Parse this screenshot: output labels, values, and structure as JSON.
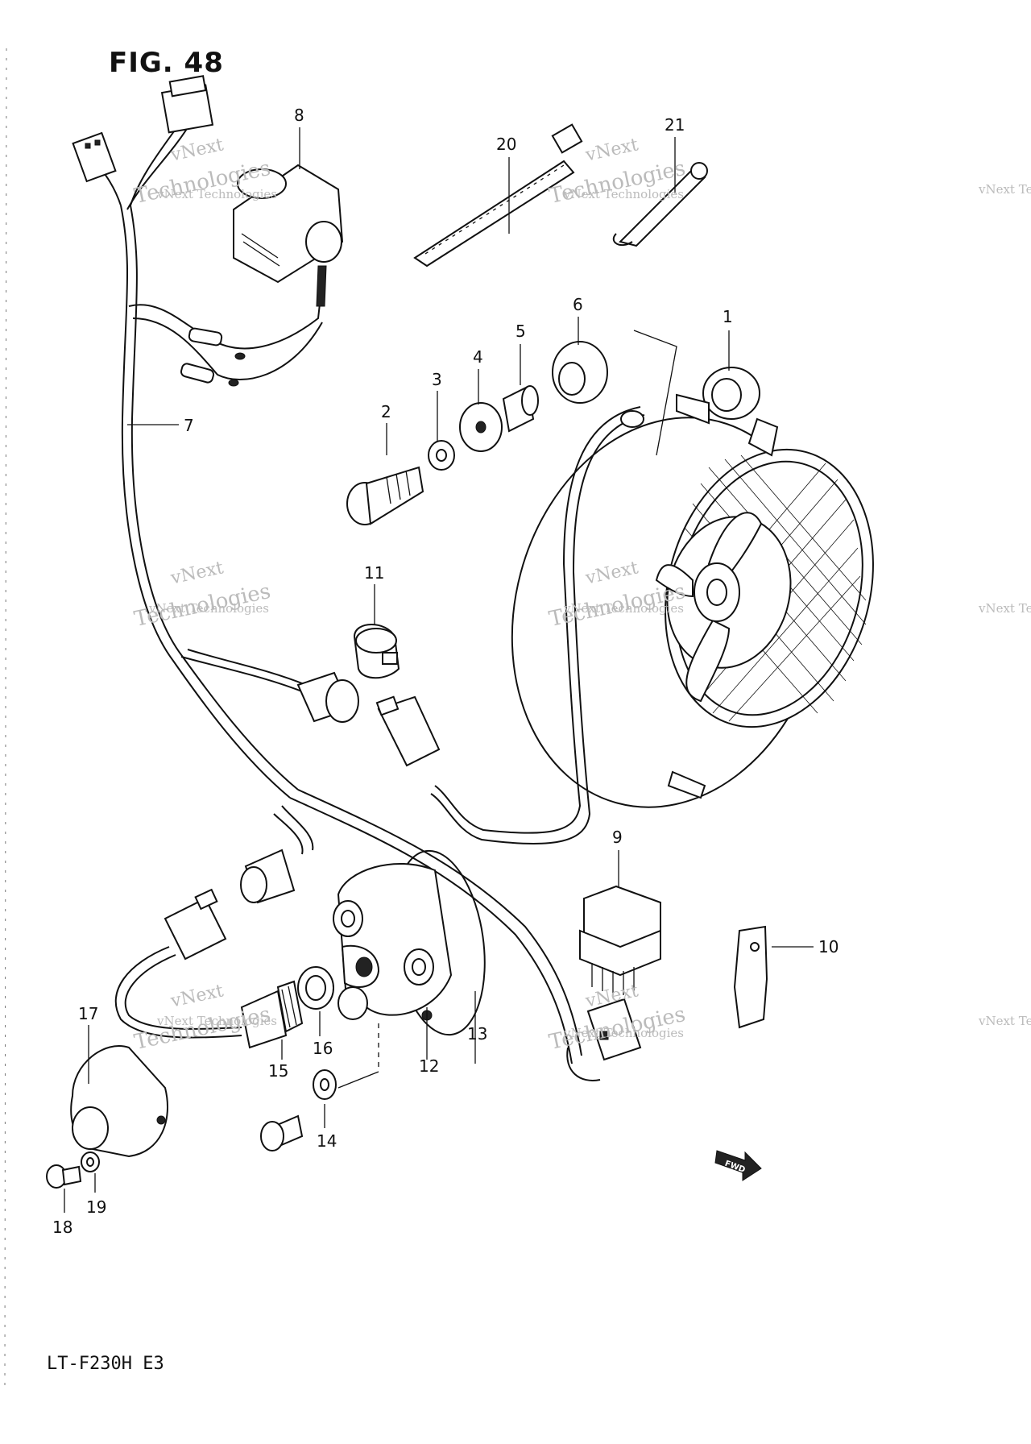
{
  "figure": {
    "title": "FIG. 48",
    "model": "LT-F230H  E3",
    "direction_label": "FWD"
  },
  "watermark": {
    "line1": "vNext",
    "line2": "Technologies",
    "line3": "vNext Technologies"
  },
  "callouts": [
    "1",
    "2",
    "3",
    "4",
    "5",
    "6",
    "7",
    "8",
    "9",
    "10",
    "11",
    "12",
    "13",
    "14",
    "15",
    "16",
    "17",
    "18",
    "19",
    "20",
    "21"
  ],
  "colors": {
    "ink": "#111111",
    "watermark": "#bbbbbb",
    "paper": "#ffffff"
  }
}
